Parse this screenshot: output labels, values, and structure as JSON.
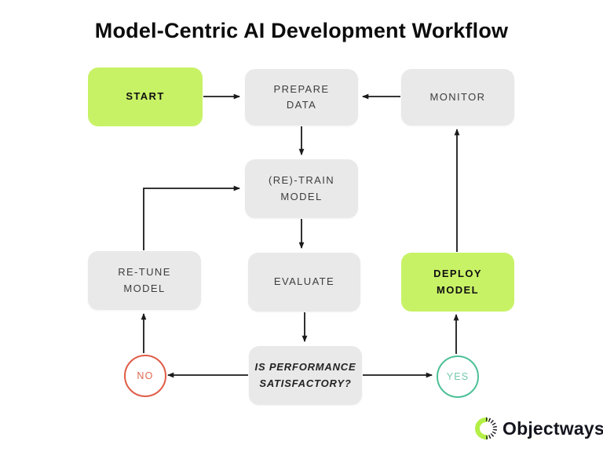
{
  "title": "Model-Centric AI Development Workflow",
  "diagram": {
    "nodes": {
      "start": {
        "label": "START",
        "type": "accent"
      },
      "prepare": {
        "label": "PREPARE\nDATA",
        "type": "process"
      },
      "monitor": {
        "label": "MONITOR",
        "type": "process"
      },
      "train": {
        "label": "(RE)-TRAIN\nMODEL",
        "type": "process"
      },
      "retune": {
        "label": "RE-TUNE\nMODEL",
        "type": "process"
      },
      "evaluate": {
        "label": "EVALUATE",
        "type": "process"
      },
      "deploy": {
        "label": "DEPLOY\nMODEL",
        "type": "accent"
      },
      "decision": {
        "label": "IS PERFORMANCE\nSATISFACTORY?",
        "type": "decision"
      },
      "no": {
        "label": "NO",
        "type": "terminal-negative"
      },
      "yes": {
        "label": "YES",
        "type": "terminal-positive"
      }
    },
    "edges": [
      {
        "from": "START",
        "to": "PREPARE DATA"
      },
      {
        "from": "MONITOR",
        "to": "PREPARE DATA"
      },
      {
        "from": "PREPARE DATA",
        "to": "(RE)-TRAIN MODEL"
      },
      {
        "from": "(RE)-TRAIN MODEL",
        "to": "EVALUATE"
      },
      {
        "from": "EVALUATE",
        "to": "IS PERFORMANCE SATISFACTORY?"
      },
      {
        "from": "IS PERFORMANCE SATISFACTORY?",
        "to": "NO"
      },
      {
        "from": "IS PERFORMANCE SATISFACTORY?",
        "to": "YES"
      },
      {
        "from": "NO",
        "to": "RE-TUNE MODEL"
      },
      {
        "from": "RE-TUNE MODEL",
        "to": "(RE)-TRAIN MODEL"
      },
      {
        "from": "YES",
        "to": "DEPLOY MODEL"
      },
      {
        "from": "DEPLOY MODEL",
        "to": "MONITOR"
      }
    ],
    "colors": {
      "accent_green": "#c8f266",
      "node_gray": "#e9e9e9",
      "no_red": "#e05c46",
      "yes_green": "#4cc096",
      "arrow_black": "#1a1a1a"
    }
  },
  "branding": {
    "logo_text": "Objectways"
  }
}
